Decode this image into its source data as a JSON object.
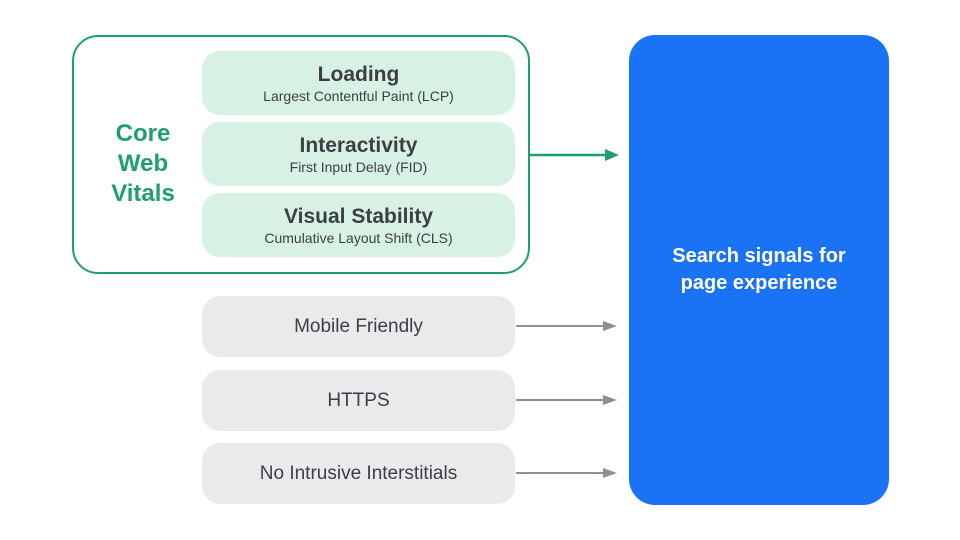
{
  "diagram": {
    "core_web_vitals": {
      "label": "Core Web Vitals",
      "items": [
        {
          "title": "Loading",
          "subtitle": "Largest Contentful Paint (LCP)"
        },
        {
          "title": "Interactivity",
          "subtitle": "First Input Delay (FID)"
        },
        {
          "title": "Visual Stability",
          "subtitle": "Cumulative Layout Shift (CLS)"
        }
      ]
    },
    "other_signals": [
      {
        "label": "Mobile Friendly"
      },
      {
        "label": "HTTPS"
      },
      {
        "label": "No Intrusive Interstitials"
      }
    ],
    "result": {
      "label": "Search signals for page experience"
    },
    "icons": {
      "core_web_vitals_arrow": "right-arrow-icon",
      "signal_arrows": "right-arrow-icon"
    },
    "colors": {
      "green": "#1f9e6e",
      "green_light": "#d7f2e4",
      "blue": "#1a72f5",
      "gray_pill": "#e9eaec",
      "arrow_gray": "#8b9196",
      "text_dark": "#3c4043",
      "text_white": "#ffffff"
    }
  }
}
